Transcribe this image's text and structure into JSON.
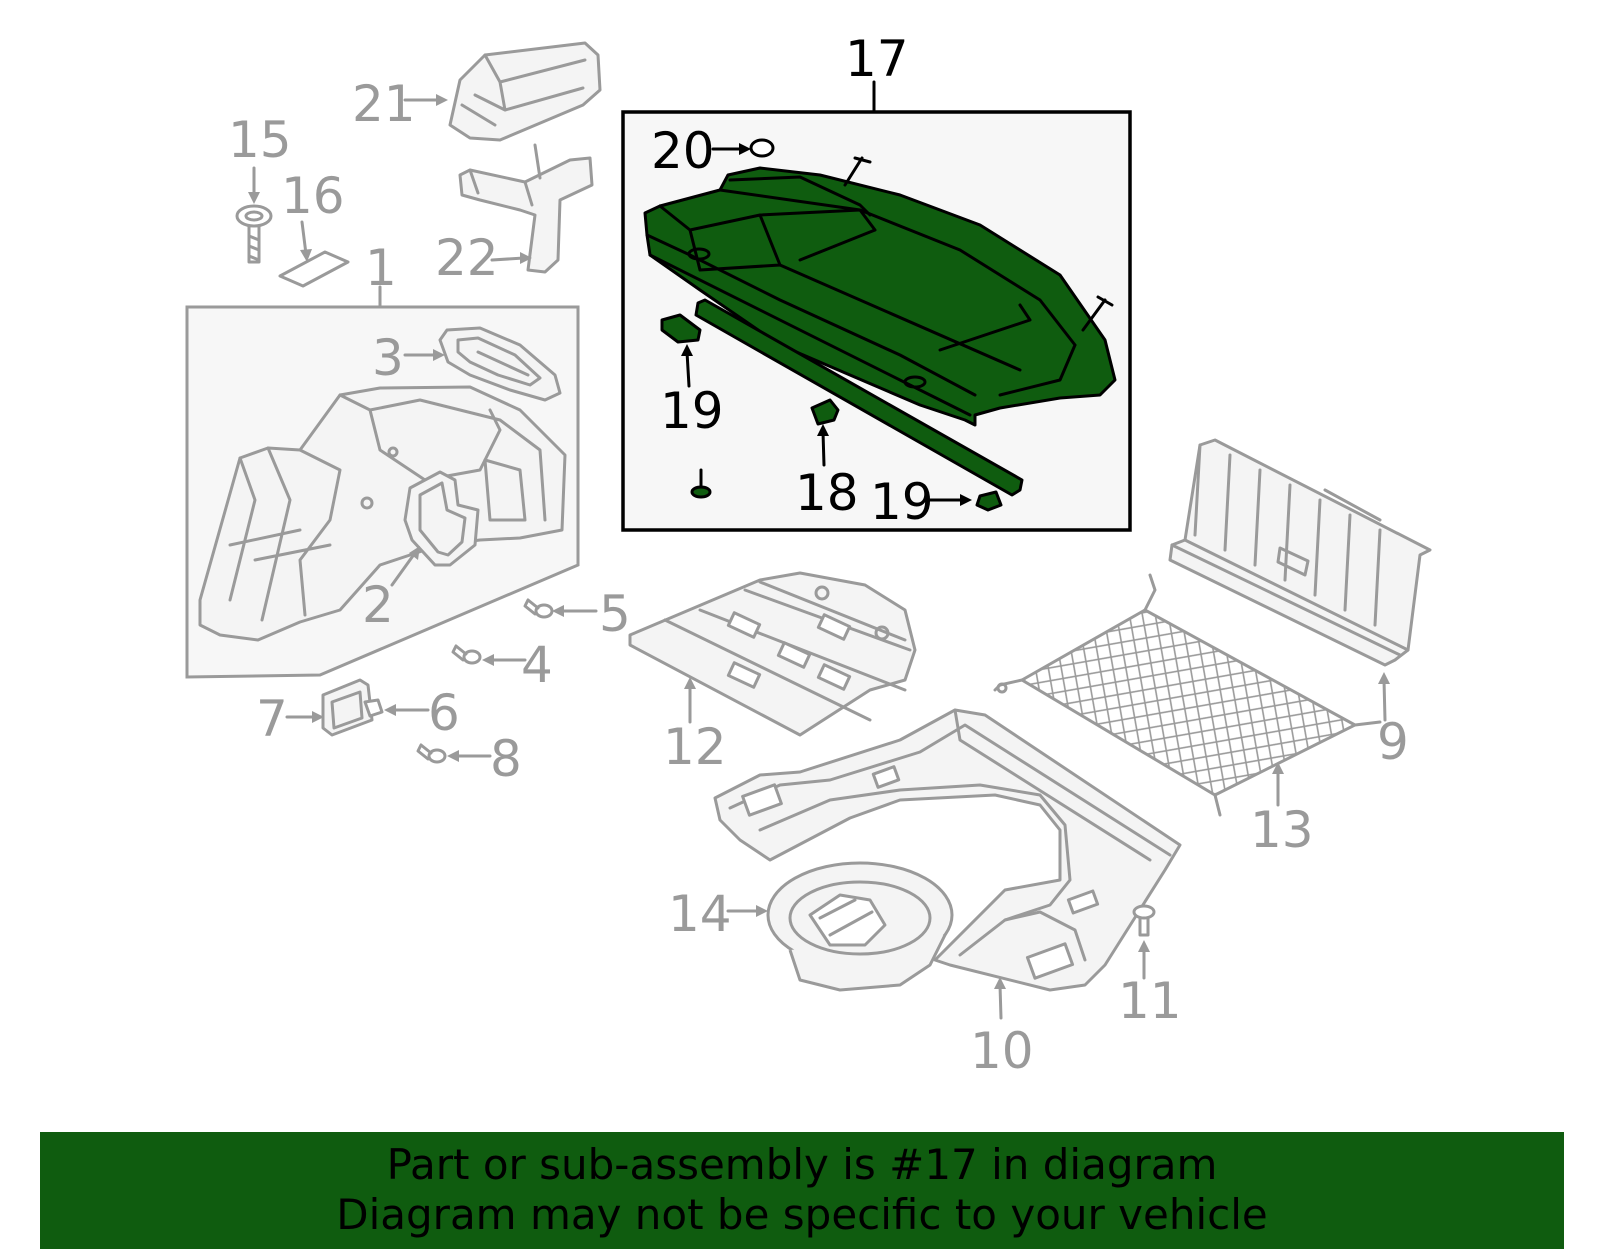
{
  "highlight_color": "#0f5c0f",
  "callouts": {
    "c1": "1",
    "c2": "2",
    "c3": "3",
    "c4": "4",
    "c5": "5",
    "c6": "6",
    "c7": "7",
    "c8": "8",
    "c9": "9",
    "c10": "10",
    "c11": "11",
    "c12": "12",
    "c13": "13",
    "c14": "14",
    "c15": "15",
    "c16": "16",
    "c17": "17",
    "c18": "18",
    "c19a": "19",
    "c19b": "19",
    "c20": "20",
    "c21": "21",
    "c22": "22"
  },
  "banner": {
    "line1": "Part or sub-assembly is #17 in diagram",
    "line2": "Diagram may not be specific to your vehicle"
  }
}
